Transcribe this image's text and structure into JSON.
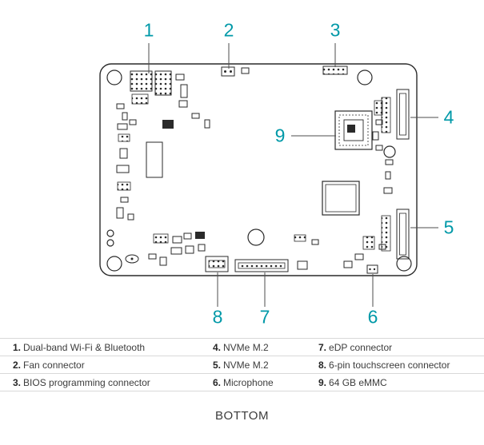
{
  "accent_color": "#0099a8",
  "callouts": {
    "c1": "1",
    "c2": "2",
    "c3": "3",
    "c4": "4",
    "c5": "5",
    "c6": "6",
    "c7": "7",
    "c8": "8",
    "c9": "9"
  },
  "legend": {
    "rows": [
      {
        "cells": [
          {
            "num": "1.",
            "label": "Dual-band Wi-Fi & Bluetooth"
          },
          {
            "num": "4.",
            "label": "NVMe M.2"
          },
          {
            "num": "7.",
            "label": "eDP connector"
          }
        ]
      },
      {
        "cells": [
          {
            "num": "2.",
            "label": "Fan connector"
          },
          {
            "num": "5.",
            "label": "NVMe M.2"
          },
          {
            "num": "8.",
            "label": "6-pin touchscreen connector"
          }
        ]
      },
      {
        "cells": [
          {
            "num": "3.",
            "label": "BIOS programming connector"
          },
          {
            "num": "6.",
            "label": "Microphone"
          },
          {
            "num": "9.",
            "label": "64 GB eMMC"
          }
        ]
      }
    ]
  },
  "caption": "BOTTOM"
}
